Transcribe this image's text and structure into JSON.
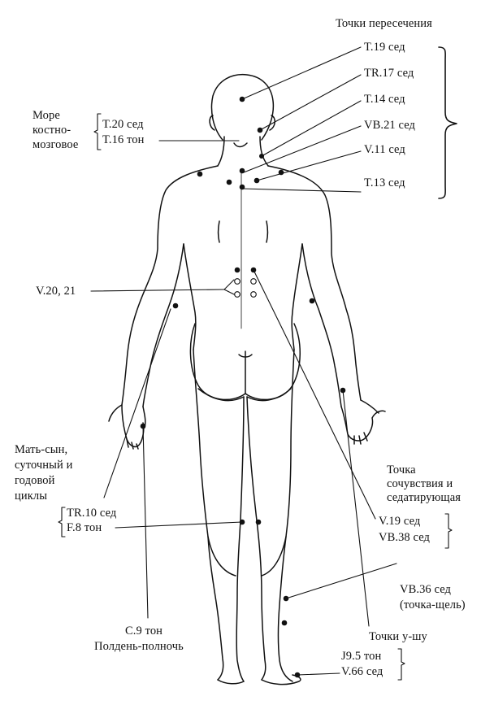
{
  "colors": {
    "ink": "#111111",
    "paper": "#ffffff"
  },
  "labels": {
    "intersection_title": "Точки пересечения",
    "t19": "T.19 сед",
    "tr17": "TR.17 сед",
    "t14": "T.14 сед",
    "vb21": "VB.21 сед",
    "v11": "V.11 сед",
    "t13": "T.13 сед",
    "marrow_line1": "Море",
    "marrow_line2": "костно-",
    "marrow_line3": "мозговое",
    "t20": "T.20 сед",
    "t16": "T.16 тон",
    "v20_21": "V.20, 21",
    "mother_line1": "Мать-сын,",
    "mother_line2": "суточный и",
    "mother_line3": "годовой",
    "mother_line4": "циклы",
    "tr10": "TR.10 сед",
    "f8": "F.8 тон",
    "sympathy_line1": "Точка",
    "sympathy_line2": "сочувствия и",
    "sympathy_line3": "седатирующая",
    "v19": "V.19 сед",
    "vb38": "VB.38 сед",
    "vb36": "VB.36 сед",
    "cleft": "(точка-щель)",
    "c9": "C.9 тон",
    "noon": "Полдень-полночь",
    "wushu": "Точки у-шу",
    "j95": "J9.5 тон",
    "v66": "V.66 сед"
  }
}
